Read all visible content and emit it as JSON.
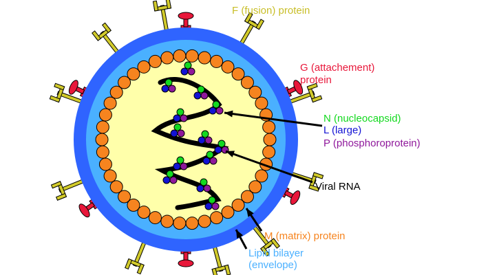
{
  "colors": {
    "envelope_outer": "#2f64ff",
    "envelope_inner": "#4ab0ff",
    "core": "#ffffaa",
    "matrix": "#f6841f",
    "g_protein": "#e8173a",
    "f_protein": "#d2cb2b",
    "rna": "#000000",
    "n_protein": "#13d91f",
    "l_protein": "#1212d4",
    "p_protein": "#8f189b"
  },
  "labels": {
    "f_protein": "F (fusion) protein",
    "g_protein_line1": "G (attachement)",
    "g_protein_line2": "protein",
    "n_protein": "N (nucleocapsid)",
    "l_protein": "L (large)",
    "p_protein": "P (phosphoroprotein)",
    "viral_rna": "Viral RNA",
    "m_protein": "M (matrix) protein",
    "lipid_line1": "Lipid bilayer",
    "lipid_line2": "(envelope)"
  }
}
